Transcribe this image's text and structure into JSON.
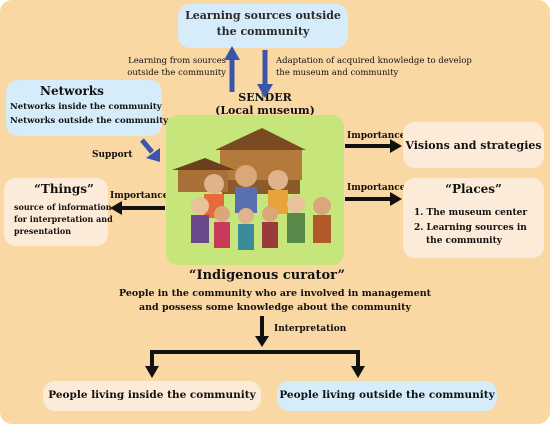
{
  "learning_sources_box": {
    "line1": "Learning sources outside",
    "line2": "the community"
  },
  "flow_up_label": {
    "line1": "Learning from sources",
    "line2": "outside the community"
  },
  "flow_down_label": {
    "line1": "Adaptation of acquired knowledge to develop",
    "line2": "the museum and community"
  },
  "sender": {
    "title": "SENDER",
    "subtitle": "(Local museum)"
  },
  "networks_box": {
    "title": "Networks",
    "line1": "Networks inside the community",
    "line2": "Networks outside the community"
  },
  "support_label": "Support",
  "importance_label": "Importance",
  "visions_box": "Visions and strategies",
  "things_box": {
    "title": "“Things”",
    "line1": "source of information",
    "line2": "for interpretation and",
    "line3": "presentation"
  },
  "places_box": {
    "title": "“Places”",
    "item1": "1. The museum center",
    "item2": "2. Learning sources in",
    "item2b": "the community"
  },
  "curator": {
    "title": "“Indigenous curator”",
    "line1": "People in the community who are involved in management",
    "line2": "and possess some knowledge about the community"
  },
  "interpretation_label": "Interpretation",
  "inside_box": "People living inside the community",
  "outside_box": "People living outside the community",
  "colors": {
    "background": "#fad8a3",
    "blue_box": "#d6ecfb",
    "cream_box": "#fcebd9",
    "arrow_blue": "#3b55a8",
    "illustration": "#c6e57a"
  }
}
